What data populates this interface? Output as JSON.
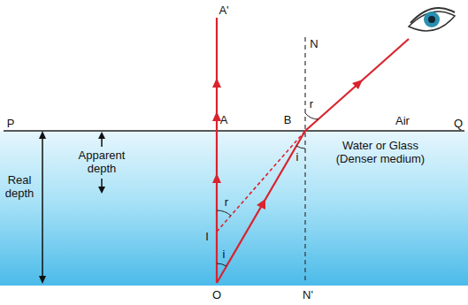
{
  "diagram": {
    "labels": [
      "A'",
      "N",
      "r",
      "P",
      "A",
      "B",
      "Air",
      "Q",
      "Apparent depth",
      "i",
      "Water or Glass (Denser medium)",
      "Real depth",
      "r",
      "I",
      "i",
      "O",
      "N'"
    ]
  }
}
